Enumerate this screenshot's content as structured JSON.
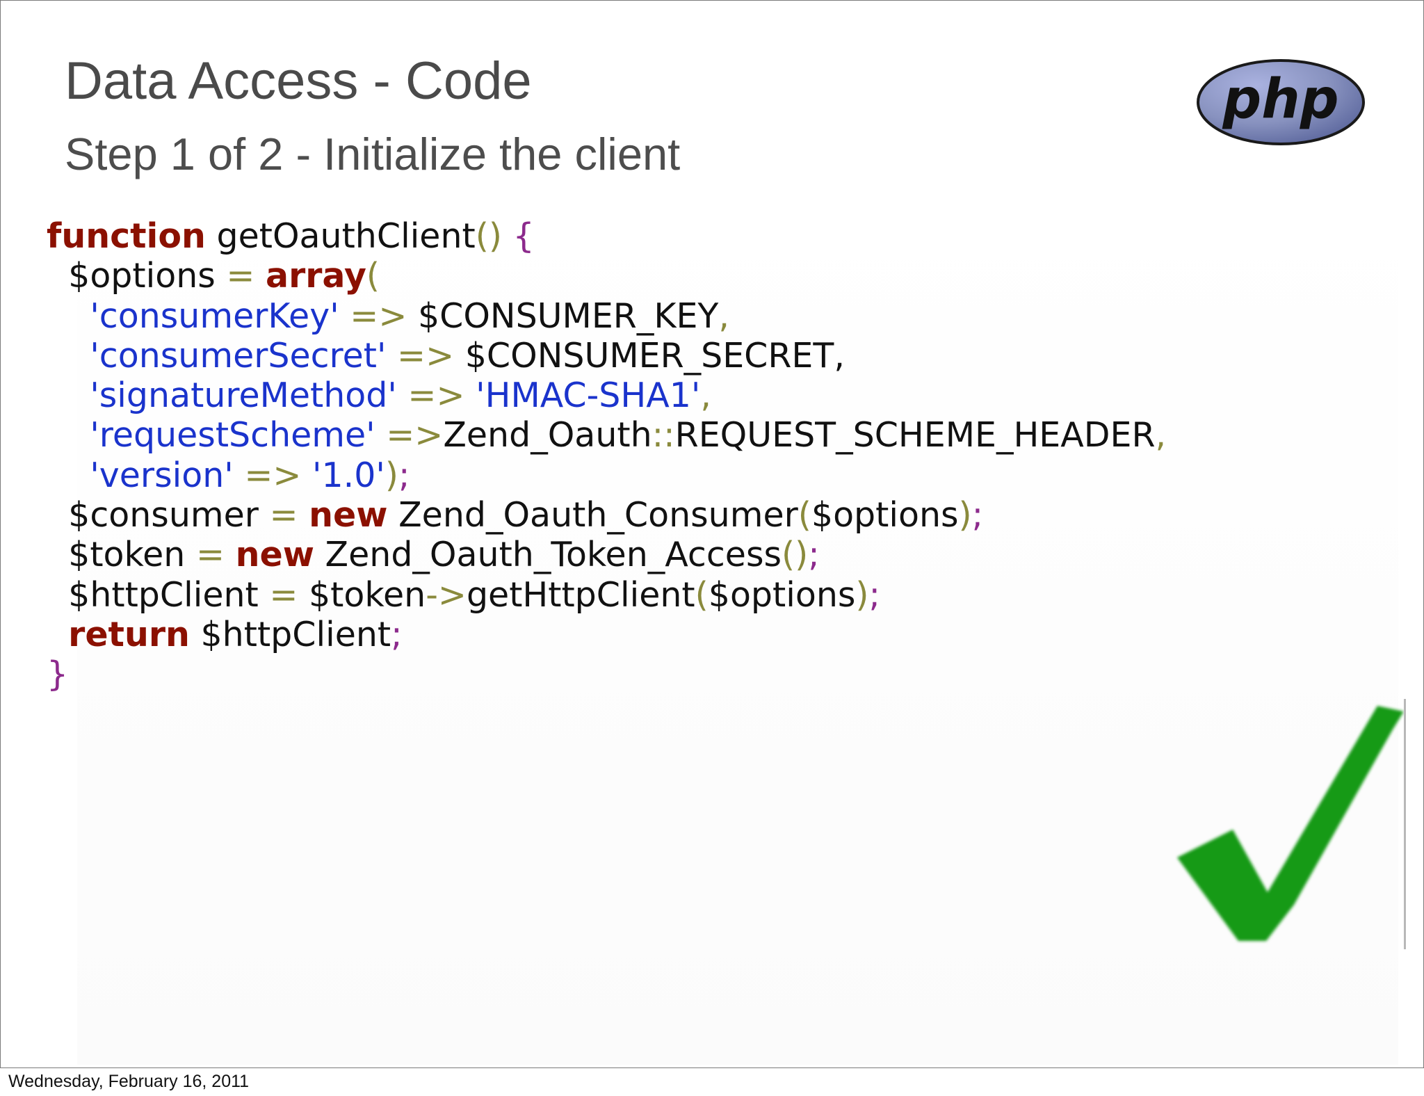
{
  "slide": {
    "title": "Data Access - Code",
    "subtitle": "Step 1 of 2 - Initialize the client",
    "logo_text": "php",
    "footer_date": "Wednesday, February 16, 2011",
    "icons": [
      "php-logo",
      "check-icon"
    ]
  },
  "code": {
    "language": "php",
    "lines": [
      "function getOauthClient() {",
      "  $options = array(",
      "    'consumerKey' => $CONSUMER_KEY,",
      "    'consumerSecret' => $CONSUMER_SECRET,",
      "    'signatureMethod' => 'HMAC-SHA1',",
      "    'requestScheme' =>Zend_Oauth::REQUEST_SCHEME_HEADER,",
      "    'version' => '1.0');",
      "  $consumer = new Zend_Oauth_Consumer($options);",
      "  $token = new Zend_Oauth_Token_Access();",
      "  $httpClient = $token->getHttpClient($options);",
      "  return $httpClient;",
      "}"
    ],
    "tokens": [
      [
        [
          "kw",
          "function"
        ],
        [
          "id",
          " getOauthClient"
        ],
        [
          "op",
          "()"
        ],
        [
          "id",
          " "
        ],
        [
          "br",
          "{"
        ]
      ],
      [
        [
          "id",
          "  $options "
        ],
        [
          "op",
          "="
        ],
        [
          "id",
          " "
        ],
        [
          "kw",
          "array"
        ],
        [
          "op",
          "("
        ]
      ],
      [
        [
          "id",
          "    "
        ],
        [
          "str",
          "'consumerKey'"
        ],
        [
          "id",
          " "
        ],
        [
          "op",
          "=>"
        ],
        [
          "id",
          " $CONSUMER_KEY"
        ],
        [
          "op",
          ","
        ]
      ],
      [
        [
          "id",
          "    "
        ],
        [
          "str",
          "'consumerSecret'"
        ],
        [
          "id",
          " "
        ],
        [
          "op",
          "=>"
        ],
        [
          "id",
          " $CONSUMER_SECRET,"
        ]
      ],
      [
        [
          "id",
          "    "
        ],
        [
          "str",
          "'signatureMethod'"
        ],
        [
          "id",
          " "
        ],
        [
          "op",
          "=>"
        ],
        [
          "id",
          " "
        ],
        [
          "str",
          "'HMAC-SHA1'"
        ],
        [
          "op",
          ","
        ]
      ],
      [
        [
          "id",
          "    "
        ],
        [
          "str",
          "'requestScheme'"
        ],
        [
          "id",
          " "
        ],
        [
          "op",
          "=>"
        ],
        [
          "id",
          "Zend_Oauth"
        ],
        [
          "op",
          "::"
        ],
        [
          "id",
          "REQUEST_SCHEME_HEADER"
        ],
        [
          "op",
          ","
        ]
      ],
      [
        [
          "id",
          "    "
        ],
        [
          "str",
          "'version'"
        ],
        [
          "id",
          " "
        ],
        [
          "op",
          "=>"
        ],
        [
          "id",
          " "
        ],
        [
          "str",
          "'1.0'"
        ],
        [
          "op",
          ")"
        ],
        [
          "br",
          ";"
        ]
      ],
      [
        [
          "id",
          "  $consumer "
        ],
        [
          "op",
          "="
        ],
        [
          "id",
          " "
        ],
        [
          "kw",
          "new"
        ],
        [
          "id",
          " Zend_Oauth_Consumer"
        ],
        [
          "op",
          "("
        ],
        [
          "id",
          "$options"
        ],
        [
          "op",
          ")"
        ],
        [
          "br",
          ";"
        ]
      ],
      [
        [
          "id",
          "  $token "
        ],
        [
          "op",
          "="
        ],
        [
          "id",
          " "
        ],
        [
          "kw",
          "new"
        ],
        [
          "id",
          " Zend_Oauth_Token_Access"
        ],
        [
          "op",
          "()"
        ],
        [
          "br",
          ";"
        ]
      ],
      [
        [
          "id",
          "  $httpClient "
        ],
        [
          "op",
          "="
        ],
        [
          "id",
          " $token"
        ],
        [
          "op",
          "->"
        ],
        [
          "id",
          "getHttpClient"
        ],
        [
          "op",
          "("
        ],
        [
          "id",
          "$options"
        ],
        [
          "op",
          ")"
        ],
        [
          "br",
          ";"
        ]
      ],
      [
        [
          "id",
          "  "
        ],
        [
          "kw",
          "return"
        ],
        [
          "id",
          " $httpClient"
        ],
        [
          "br",
          ";"
        ]
      ],
      [
        [
          "br",
          "}"
        ]
      ]
    ]
  },
  "colors": {
    "keyword": "#8b1000",
    "string": "#1a33cc",
    "operator": "#8a8a3c",
    "bracket": "#8c2a8c",
    "identifier": "#111111",
    "title": "#4a4a4a",
    "php_logo_fill": "#8892bf",
    "check_green": "#139a13"
  }
}
